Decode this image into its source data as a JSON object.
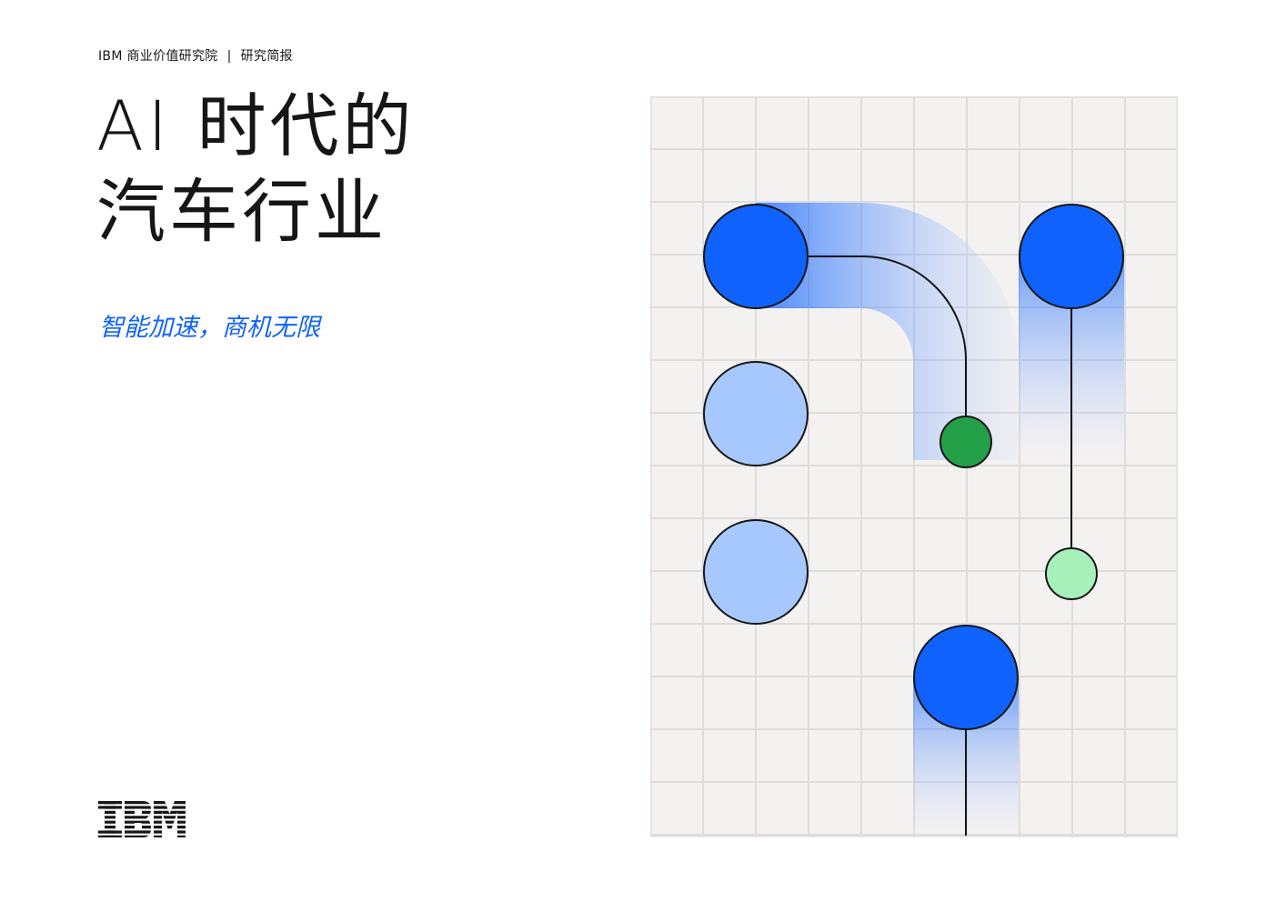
{
  "header": {
    "org": "IBM 商业价值研究院",
    "separator": "|",
    "doc_type": "研究简报"
  },
  "title": {
    "line1": "AI 时代的",
    "line2": "汽车行业"
  },
  "subtitle": "智能加速，商机无限",
  "logo": {
    "text": "IBM",
    "icon": "ibm-logo-icon"
  },
  "artwork": {
    "colors": {
      "grid_background": "#f4f1f1",
      "grid_line": "#e0dcdc",
      "blue_node": "#0f62fe",
      "light_blue_node": "#a6c8ff",
      "green_node": "#24a148",
      "light_green_node": "#a7f0ba",
      "outline": "#161616"
    }
  }
}
